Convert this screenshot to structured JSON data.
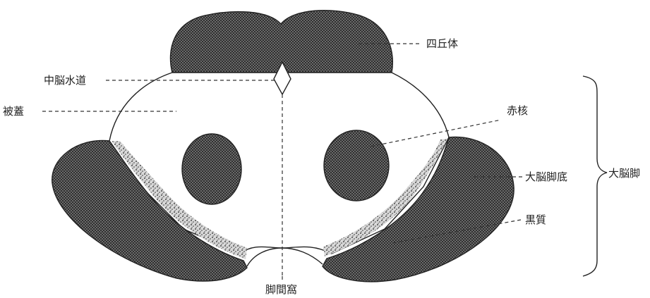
{
  "labels": {
    "quadrigeminal": "四丘体",
    "aqueduct": "中脳水道",
    "tegmentum": "被蓋",
    "red_nucleus": "赤核",
    "crus_base": "大脳脚底",
    "cerebral_peduncle": "大脳脚",
    "substantia_nigra": "黒質",
    "interpeduncular_fossa": "脚間窩"
  },
  "colors": {
    "outline": "#222222",
    "hatch_dark": "#4a4a4a",
    "background": "#ffffff"
  }
}
